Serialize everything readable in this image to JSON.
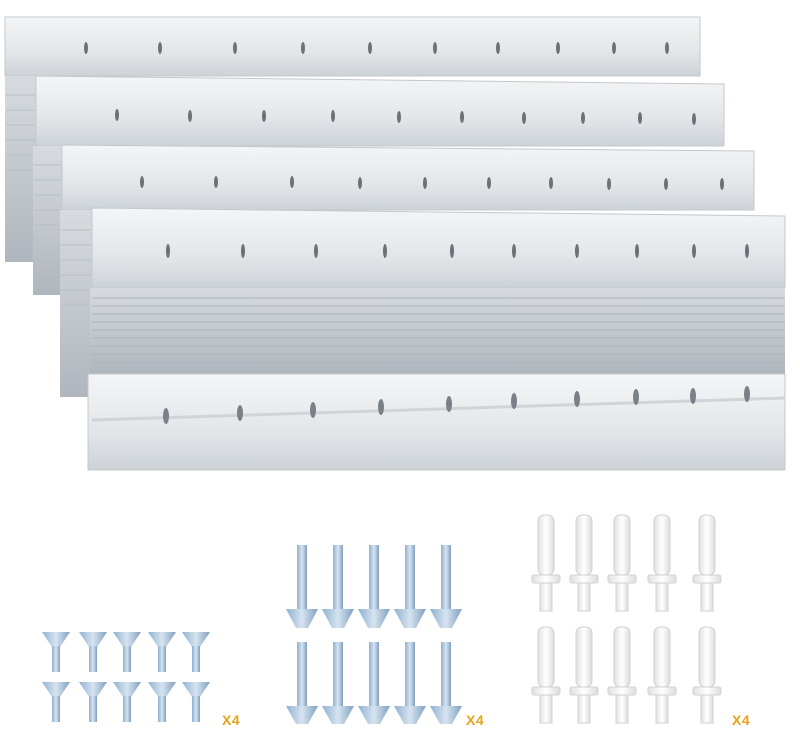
{
  "product": {
    "rail_count": 4,
    "holes_per_row": 10
  },
  "accessories": {
    "small_screws": {
      "quantity_label": "X4",
      "count": 10
    },
    "long_screws": {
      "quantity_label": "X4",
      "count": 10
    },
    "anchors": {
      "quantity_label": "X4",
      "count": 10
    }
  },
  "colors": {
    "aluminum_light": "#eef0f2",
    "aluminum_mid": "#c9cdd2",
    "aluminum_dark": "#9ea4ab",
    "screw_blue": "#a9c3db",
    "anchor_white": "#f2f2f2",
    "label_orange": "#e8a317"
  }
}
